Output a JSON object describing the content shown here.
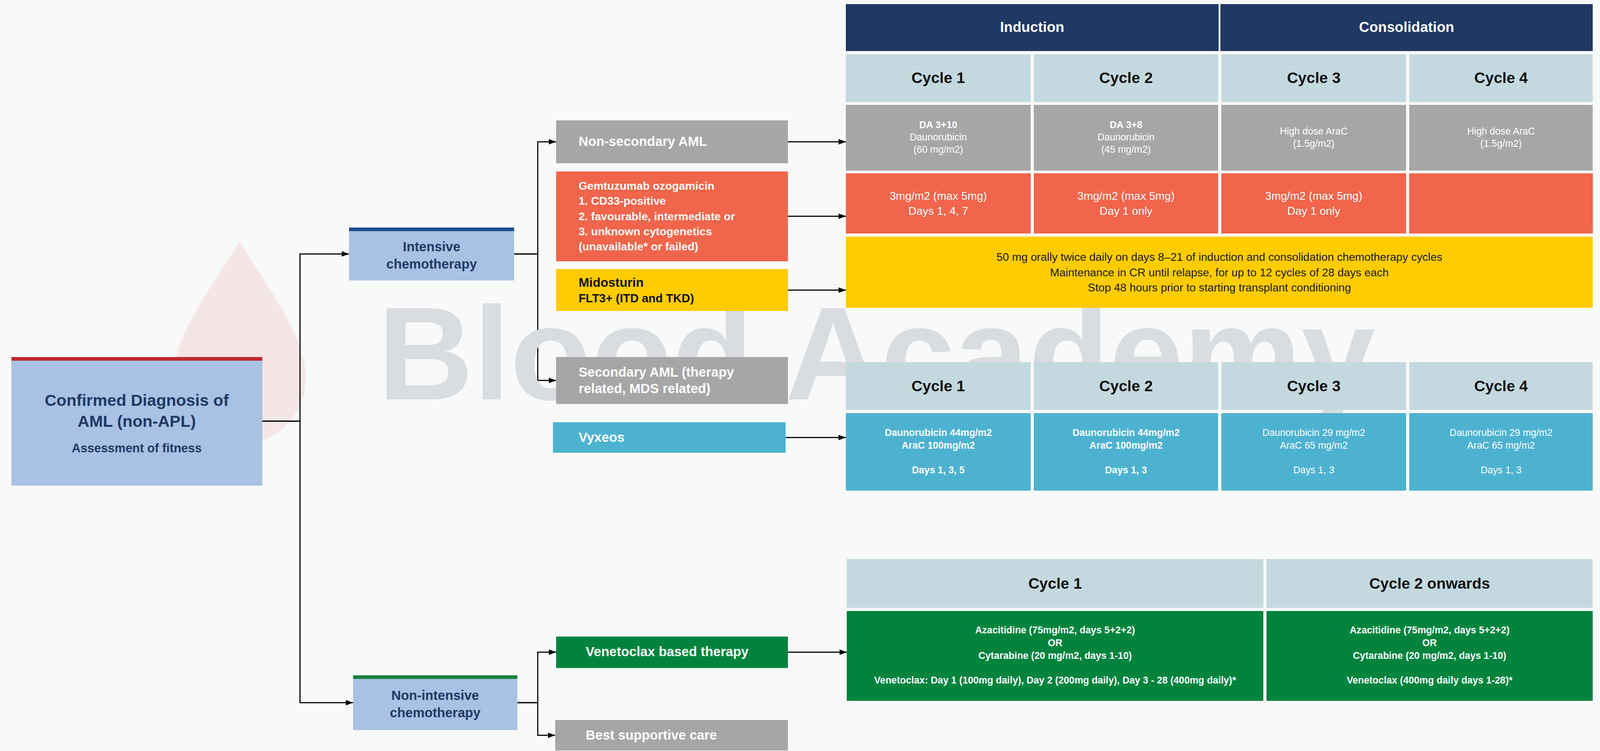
{
  "diagram": {
    "nodes": [
      {
        "text": [
          "Confirmed Diagnosis of AML (non-APL)",
          "Assessment of fitness"
        ]
      },
      {
        "text": [
          "Intensive chemotherapy"
        ]
      },
      {
        "text": [
          "Non-intensive chemotherapy"
        ]
      },
      {
        "text": [
          "Non-secondary AML"
        ]
      },
      {
        "text": [
          "Gemtuzumab ozogamicin",
          "1. CD33-positive",
          "2. favourable, intermediate or",
          "3. unknown cytogenetics (unavailable* or failed)"
        ]
      },
      {
        "text": [
          "Midosturin",
          "FLT3+ (ITD and TKD)"
        ]
      },
      {
        "text": [
          "Secondary AML (therapy related, MDS related)"
        ]
      },
      {
        "text": [
          "Vyxeos"
        ]
      },
      {
        "text": [
          "Venetoclax based therapy"
        ]
      },
      {
        "text": [
          "Best supportive care"
        ]
      },
      {
        "text": [
          "Induction"
        ]
      },
      {
        "text": [
          "Consolidation"
        ]
      },
      {
        "text": [
          "Cycle 1"
        ]
      },
      {
        "text": [
          "Cycle 2"
        ]
      },
      {
        "text": [
          "Cycle 3"
        ]
      },
      {
        "text": [
          "Cycle 4"
        ]
      },
      {
        "text": [
          "DA 3+10",
          "Daunorubicin",
          "(60 mg/m2)"
        ]
      },
      {
        "text": [
          "DA 3+8",
          "Daunorubicin",
          "(45 mg/m2)"
        ]
      },
      {
        "text": [
          "High dose AraC",
          "(1.5g/m2)"
        ]
      },
      {
        "text": [
          "High dose AraC",
          "(1.5g/m2)"
        ]
      },
      {
        "text": [
          "3mg/m2 (max 5mg)",
          "Days 1, 4, 7"
        ]
      },
      {
        "text": [
          "3mg/m2 (max 5mg)",
          "Day 1 only"
        ]
      },
      {
        "text": [
          "3mg/m2 (max 5mg)",
          "Day 1 only"
        ]
      },
      {
        "text": [
          "50 mg orally twice daily on days 8–21 of induction and consolidation chemotherapy cycles",
          "Maintenance in CR until relapse, for up to 12 cycles of 28 days each",
          "Stop 48 hours prior to starting transplant conditioning"
        ]
      },
      {
        "text": [
          "Cycle 1"
        ]
      },
      {
        "text": [
          "Cycle 2"
        ]
      },
      {
        "text": [
          "Cycle 3"
        ]
      },
      {
        "text": [
          "Cycle 4"
        ]
      },
      {
        "text": [
          "Daunorubicin 44mg/m2",
          "AraC 100mg/m2",
          "Days 1, 3, 5"
        ]
      },
      {
        "text": [
          "Daunorubicin 44mg/m2",
          "AraC 100mg/m2",
          "Days 1, 3"
        ]
      },
      {
        "text": [
          "Daunorubicin 29 mg/m2",
          "AraC 65 mg/m2",
          "Days 1, 3"
        ]
      },
      {
        "text": [
          "Daunorubicin 29 mg/m2",
          "AraC 65 mg/m2",
          "Days 1, 3"
        ]
      },
      {
        "text": [
          "Cycle 1"
        ]
      },
      {
        "text": [
          "Cycle 2 onwards"
        ]
      },
      {
        "text": [
          "Azacitidine (75mg/m2, days 5+2+2)",
          "OR",
          "Cytarabine (20 mg/m2, days 1-10)",
          "Venetoclax: Day 1 (100mg daily), Day 2 (200mg daily), Day 3 - 28 (400mg daily)*"
        ]
      },
      {
        "text": [
          "Azacitidine (75mg/m2, days 5+2+2)",
          "OR",
          "Cytarabine (20 mg/m2, days 1-10)",
          "Venetoclax (400mg daily days 1-28)*"
        ]
      }
    ],
    "edges": [
      {
        "from": 0,
        "to": 1,
        "arrow": "to"
      },
      {
        "from": 0,
        "to": 2,
        "arrow": "to"
      },
      {
        "from": 1,
        "to": 3,
        "arrow": "to"
      },
      {
        "from": 1,
        "to": 6,
        "arrow": "to"
      },
      {
        "from": 3,
        "to": 16,
        "arrow": "to"
      },
      {
        "from": 4,
        "to": 20,
        "arrow": "to"
      },
      {
        "from": 5,
        "to": 23,
        "arrow": "to"
      },
      {
        "from": 7,
        "to": 28,
        "arrow": "to"
      },
      {
        "from": 2,
        "to": 8,
        "arrow": "to"
      },
      {
        "from": 2,
        "to": 9,
        "arrow": "to"
      },
      {
        "from": 8,
        "to": 34,
        "arrow": "to"
      }
    ],
    "labels": [
      "Blood Academy"
    ]
  }
}
